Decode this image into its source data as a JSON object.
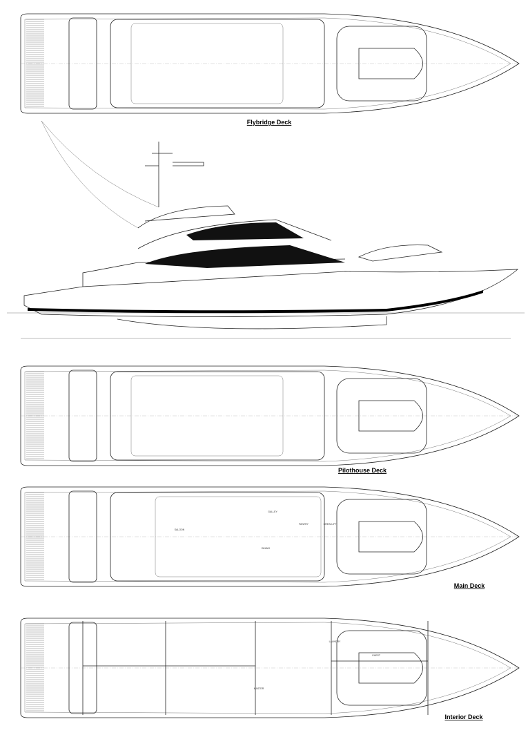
{
  "decks": [
    {
      "id": "flybridge",
      "title": "Flybridge Deck",
      "rooms": []
    },
    {
      "id": "pilothouse",
      "title": "Pilothouse Deck",
      "rooms": []
    },
    {
      "id": "main",
      "title": "Main Deck",
      "rooms": [
        "SALOON",
        "GALLEY",
        "DINING",
        "PANTRY",
        "CREW LIFT"
      ]
    },
    {
      "id": "interior",
      "title": "Interior Deck",
      "rooms": [
        "MASTER",
        "LAUNDRY",
        "GUEST"
      ]
    }
  ],
  "colors": {
    "line": "#222222",
    "fill": "#000000",
    "background": "#ffffff"
  }
}
